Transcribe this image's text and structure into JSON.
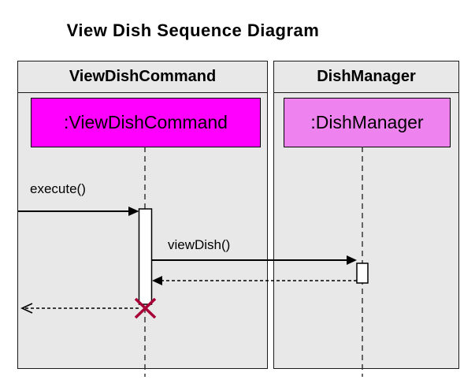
{
  "diagram": {
    "title": "View Dish Sequence Diagram",
    "type": "uml-sequence"
  },
  "colors": {
    "frame_background": "#E8E8E8",
    "frame_border": "#1A1A1A",
    "viewdishcommand_fill": "#FF00FF",
    "dishmanager_fill": "#EE82EE",
    "lifeline": "#2B2B2B",
    "activation_fill": "#FFFFFF",
    "destroy_x": "#A80036"
  },
  "participants": [
    {
      "name": "ViewDishCommand",
      "object_label": ":ViewDishCommand"
    },
    {
      "name": "DishManager",
      "object_label": ":DishManager"
    }
  ],
  "messages": [
    {
      "label": "execute()",
      "from": "external",
      "to": "ViewDishCommand",
      "style": "solid"
    },
    {
      "label": "viewDish()",
      "from": "ViewDishCommand",
      "to": "DishManager",
      "style": "solid"
    },
    {
      "label": "",
      "from": "DishManager",
      "to": "ViewDishCommand",
      "style": "dashed-return"
    },
    {
      "label": "",
      "from": "ViewDishCommand",
      "to": "external",
      "style": "dashed-return"
    }
  ],
  "annotations": {
    "destruction_marker": "X at end of ViewDishCommand activation"
  }
}
